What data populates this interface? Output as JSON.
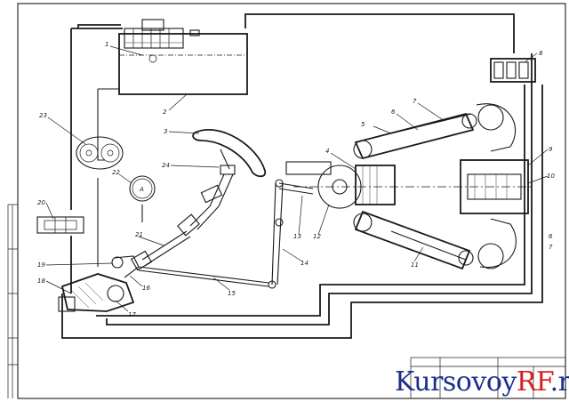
{
  "callouts": {
    "n1": "1",
    "n2": "2",
    "n3": "3",
    "n4": "4",
    "n5": "5",
    "n6a": "6",
    "n6b": "6",
    "n7a": "7",
    "n7b": "7",
    "n8": "8",
    "n9": "9",
    "n10": "10",
    "n11": "11",
    "n12": "12",
    "n13": "13",
    "n14": "14",
    "n15": "15",
    "n16": "16",
    "n17": "17",
    "n18": "18",
    "n19": "19",
    "n20": "20",
    "n21": "21",
    "n22": "22",
    "n23": "23",
    "n24": "24"
  },
  "gauge_letter": "A",
  "watermark": {
    "part1": "Kursovoy",
    "part2": "RF",
    "part3": ".ru"
  },
  "colors": {
    "line": "#1a1a1a",
    "brand_blue": "#1b2f8a",
    "brand_red": "#d61f1f"
  }
}
